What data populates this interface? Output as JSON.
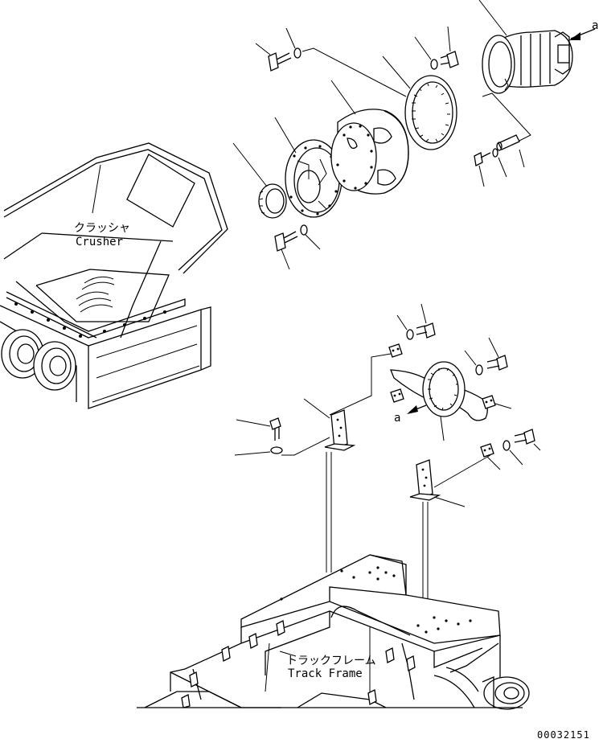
{
  "labels": {
    "crusher_jp": "クラッシャ",
    "crusher_en": "Crusher",
    "track_frame_jp": "トラックフレーム",
    "track_frame_en": "Track Frame",
    "ref_a_top": "a",
    "ref_a_mid": "a",
    "drawing_number": "00032151"
  }
}
